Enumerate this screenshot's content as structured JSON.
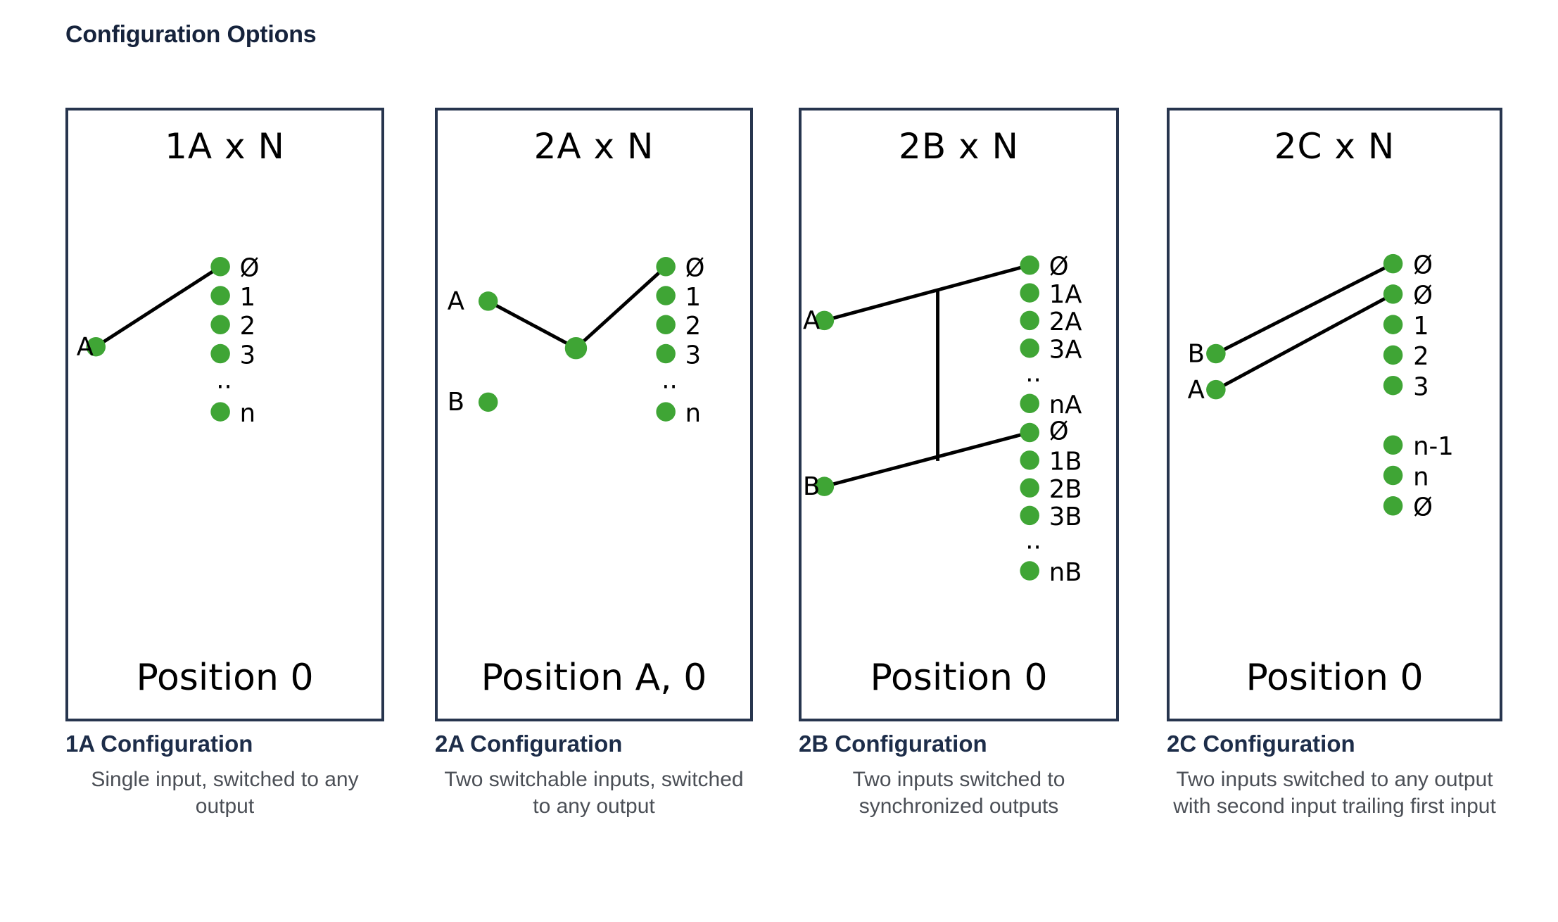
{
  "page": {
    "title": "Configuration Options"
  },
  "colors": {
    "title_navy": "#16233c",
    "panel_border": "#27354e",
    "node_green": "#3FA535",
    "wire_black": "#000000",
    "caption_title": "#1d2d49",
    "caption_text": "#4b4f56"
  },
  "panels": [
    {
      "id": "1A",
      "title": "1A x N",
      "footer": "Position 0",
      "inputs": [
        {
          "label": "A"
        }
      ],
      "outputs": [
        {
          "label": "Ø"
        },
        {
          "label": "1"
        },
        {
          "label": "2"
        },
        {
          "label": "3"
        },
        {
          "label": ".."
        },
        {
          "label": "n"
        }
      ],
      "connections": [
        {
          "from": "A",
          "to": "Ø"
        }
      ],
      "caption_title": "1A Configuration",
      "caption_desc": "Single input, switched to any output"
    },
    {
      "id": "2A",
      "title": "2A x N",
      "footer": "Position A, 0",
      "inputs": [
        {
          "label": "A"
        },
        {
          "label": "B"
        }
      ],
      "outputs": [
        {
          "label": "Ø"
        },
        {
          "label": "1"
        },
        {
          "label": "2"
        },
        {
          "label": "3"
        },
        {
          "label": ".."
        },
        {
          "label": "n"
        }
      ],
      "connections": [
        {
          "from": "A",
          "via": "common",
          "to": "Ø"
        }
      ],
      "caption_title": "2A Configuration",
      "caption_desc": "Two switchable inputs, switched to any output"
    },
    {
      "id": "2B",
      "title": "2B x N",
      "footer": "Position 0",
      "inputs": [
        {
          "label": "A"
        },
        {
          "label": "B"
        }
      ],
      "outputs_group_a": [
        {
          "label": "Ø"
        },
        {
          "label": "1A"
        },
        {
          "label": "2A"
        },
        {
          "label": "3A"
        },
        {
          "label": ".."
        },
        {
          "label": "nA"
        }
      ],
      "outputs_group_b": [
        {
          "label": "Ø"
        },
        {
          "label": "1B"
        },
        {
          "label": "2B"
        },
        {
          "label": "3B"
        },
        {
          "label": ".."
        },
        {
          "label": "nB"
        }
      ],
      "connections": [
        {
          "from": "A",
          "to": "Ø (A bank)"
        },
        {
          "from": "B",
          "to": "Ø (B bank)"
        },
        {
          "type": "sync-link",
          "between": "A wire and B wire"
        }
      ],
      "caption_title": "2B Configuration",
      "caption_desc": "Two inputs switched to synchronized outputs"
    },
    {
      "id": "2C",
      "title": "2C x N",
      "footer": "Position 0",
      "inputs": [
        {
          "label": "B"
        },
        {
          "label": "A"
        }
      ],
      "outputs": [
        {
          "label": "Ø"
        },
        {
          "label": "Ø"
        },
        {
          "label": "1"
        },
        {
          "label": "2"
        },
        {
          "label": "3"
        },
        {
          "label": "n-1"
        },
        {
          "label": "n"
        },
        {
          "label": "Ø"
        }
      ],
      "connections": [
        {
          "from": "B",
          "to": "Ø (top)"
        },
        {
          "from": "A",
          "to": "Ø (second)"
        }
      ],
      "caption_title": "2C Configuration",
      "caption_desc": "Two inputs switched to any output with second input trailing first input"
    }
  ]
}
